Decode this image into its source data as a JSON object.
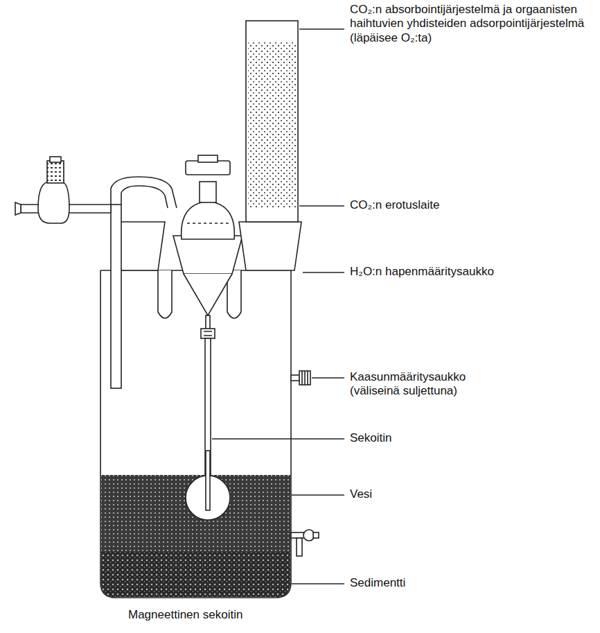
{
  "diagram": {
    "labels": [
      "CO₂:n absorbointijärjestelmä ja orgaanisten haihtuvien yhdisteiden adsorpointijärjestelmä (läpäisee O₂:ta)",
      "CO₂:n erotuslaite",
      "H₂O:n hapenmääritysaukko",
      "Kaasunmääritysaukko (väliseinä suljettuna)",
      "Sekoitin",
      "Vesi",
      "Sedimentti",
      "Magneettinen sekoitin"
    ]
  }
}
